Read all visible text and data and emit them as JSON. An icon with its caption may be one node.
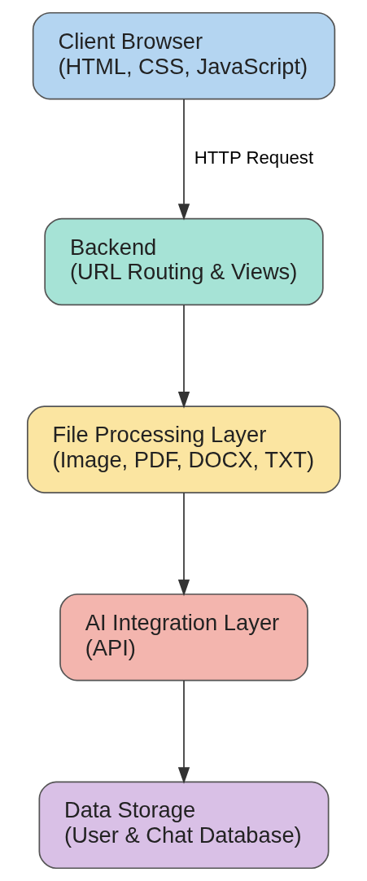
{
  "diagram": {
    "nodes": [
      {
        "text": [
          "Client Browser",
          "(HTML, CSS, JavaScript)"
        ]
      },
      {
        "text": [
          "Backend",
          "(URL Routing & Views)"
        ]
      },
      {
        "text": [
          "File Processing Layer",
          "(Image, PDF, DOCX, TXT)"
        ]
      },
      {
        "text": [
          "AI Integration Layer",
          "(API)"
        ]
      },
      {
        "text": [
          "Data Storage",
          "(User & Chat Database)"
        ]
      }
    ],
    "edges": [
      {
        "from": 0,
        "to": 1,
        "arrow": "to",
        "label": "HTTP Request"
      },
      {
        "from": 1,
        "to": 2,
        "arrow": "to"
      },
      {
        "from": 2,
        "to": 3,
        "arrow": "to"
      },
      {
        "from": 3,
        "to": 4,
        "arrow": "to"
      }
    ]
  }
}
